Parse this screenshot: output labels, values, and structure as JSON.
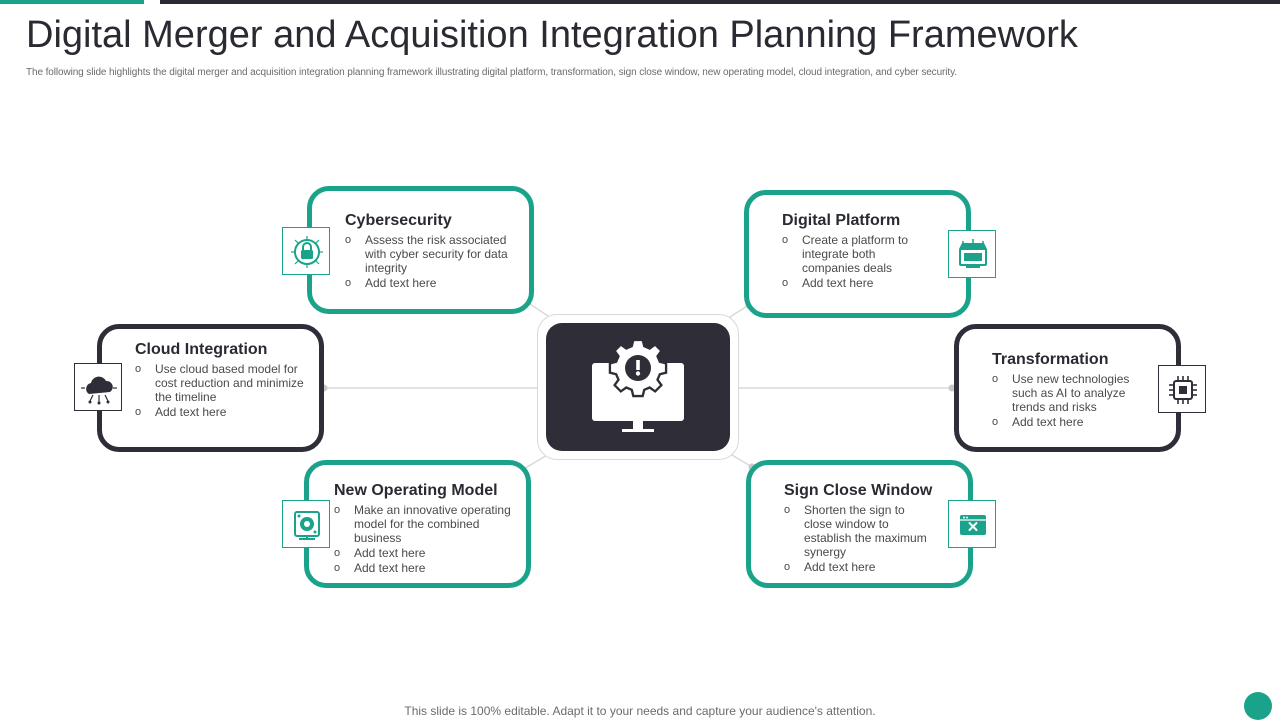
{
  "header": {
    "title": "Digital Merger and Acquisition Integration Planning Framework",
    "subtitle": "The following slide highlights the digital merger and acquisition integration planning framework illustrating digital platform, transformation, sign close window, new operating model, cloud integration, and cyber security."
  },
  "center": {
    "icon": "monitor-gear-alert-icon"
  },
  "boxes": {
    "cybersecurity": {
      "title": "Cybersecurity",
      "icon": "lock-shield-icon",
      "items": [
        "Assess the risk associated with cyber security for data integrity",
        "Add text here"
      ]
    },
    "digital_platform": {
      "title": "Digital Platform",
      "icon": "platform-store-icon",
      "items": [
        "Create a platform to integrate both companies deals",
        "Add text here"
      ]
    },
    "cloud_integration": {
      "title": "Cloud Integration",
      "icon": "cloud-network-icon",
      "items": [
        "Use cloud based model for cost reduction and minimize the timeline",
        "Add text here"
      ]
    },
    "transformation": {
      "title": "Transformation",
      "icon": "chip-icon",
      "items": [
        "Use new technologies such as AI to analyze trends and risks",
        "Add text here"
      ]
    },
    "new_operating_model": {
      "title": "New Operating Model",
      "icon": "operating-model-icon",
      "items": [
        "Make an innovative operating model for the combined business",
        "Add text here",
        "Add text here"
      ]
    },
    "sign_close_window": {
      "title": "Sign Close Window",
      "icon": "close-window-icon",
      "items": [
        "Shorten the sign to close window to establish the maximum synergy",
        "Add text here"
      ]
    }
  },
  "footer": {
    "text": "This slide is 100% editable. Adapt it to your needs and capture your audience's attention."
  },
  "colors": {
    "teal": "#1aa38a",
    "dark": "#2f2e38",
    "text": "#2b2a33"
  }
}
